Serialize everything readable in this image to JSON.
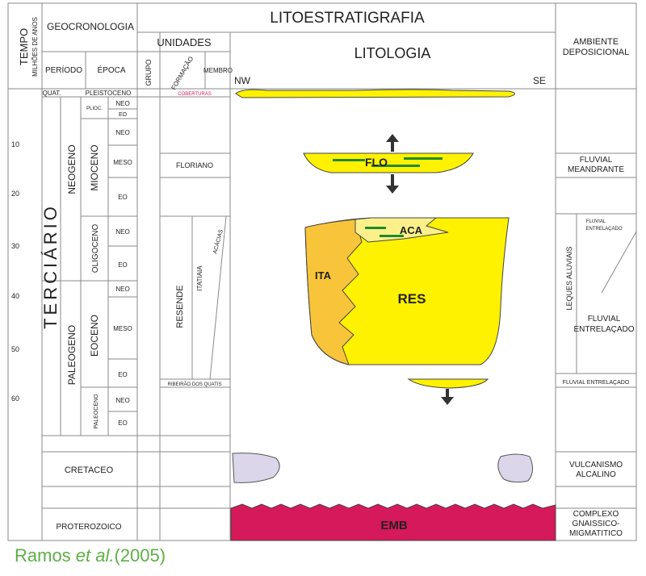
{
  "header": {
    "tempo": "TEMPO",
    "milhoes": "MILHÕES DE ANOS",
    "geocronologia": "GEOCRONOLOGIA",
    "litoestratigrafia": "LITOESTRATIGRAFIA",
    "unidades": "UNIDADES",
    "litologia": "LITOLOGIA",
    "ambiente": [
      "AMBIENTE",
      "DEPOSICIONAL"
    ],
    "periodo": "PERÍODO",
    "epoca": "ÉPOCA",
    "grupo": "GRUPO",
    "formacao": "FORMAÇÃO",
    "membro": "MEMBRO",
    "nw": "NW",
    "se": "SE"
  },
  "time_ticks": [
    "10",
    "20",
    "30",
    "40",
    "50",
    "60"
  ],
  "periods": {
    "quat": "QUAT.",
    "pleistoceno": "PLEISTOCENO",
    "terciario": "TERCIÁRIO",
    "neogeno": "NEOGENO",
    "paleogeno": "PALEOGENO",
    "cretaceo": "CRETACEO",
    "proterozoico": "PROTEROZOICO"
  },
  "epochs": {
    "plioc": "PLIOC.",
    "mioceno": "MIOCENO",
    "oligoceno": "OLIGOCENO",
    "eoceno": "EOCENO",
    "paleoceno": "PALEOCENO"
  },
  "subepochs": {
    "neo": "NEO",
    "eo": "EO",
    "meso": "MESO"
  },
  "units": {
    "coberturas": "COBERTURAS",
    "floriano": "FLORIANO",
    "resende": "RESENDE",
    "itatiaia": "ITATIAIA",
    "acacias": "ACÁCIAS",
    "ribeirao": "RIBEIRÃO DOS QUATIS"
  },
  "litho": {
    "flo": "FLO",
    "aca": "ACA",
    "ita": "ITA",
    "res": "RES",
    "emb": "EMB"
  },
  "environments": {
    "fluvial_meandrante": [
      "FLUVIAL",
      "MEANDRANTE"
    ],
    "fluvial_entrelacado_small": [
      "FLUVIAL",
      "ENTRELAÇADO"
    ],
    "leques": "LEQUES ALUVIAIS",
    "fluvial_entrelacado": [
      "FLUVIAL",
      "ENTRELAÇADO"
    ],
    "fluvial_entrelacado_line": "FLUVIAL ENTRELAÇADO",
    "vulcanismo": [
      "VULCANISMO",
      "ALCALINO"
    ],
    "complexo": [
      "COMPLEXO",
      "GNAISSICO-",
      "MIGMATITICO"
    ]
  },
  "caption": {
    "author": "Ramos ",
    "etal": "et al.",
    "year": "(2005)"
  },
  "colors": {
    "yellow": "#fff200",
    "orange": "#f8c43a",
    "magenta": "#d6195a",
    "green": "#1f8a2e",
    "lavender": "#dcd6ea",
    "caption_green": "#5db045",
    "line": "#8a8a8a"
  }
}
